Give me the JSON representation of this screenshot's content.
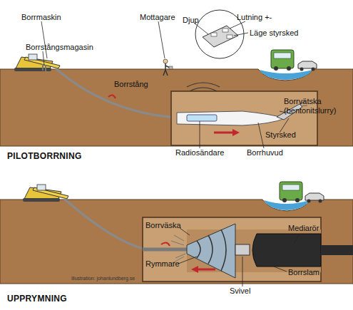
{
  "diagram": {
    "labels": [
      "Borrmaskin",
      "Borrstångsmagasin",
      "Mottagare",
      "Djup",
      "Lutning +-",
      "Läge styrsked",
      "Borrstång",
      "Borrvätska (bentonitslurry)",
      "Styrsked",
      "Radiosändare",
      "Borrhuvud",
      "PILOTBORRNING",
      "Borrväska",
      "Rymmare",
      "illustration: johanlundberg.se",
      "Mediarör",
      "Borrslam",
      "Svivel",
      "UPPRYMNING"
    ]
  }
}
